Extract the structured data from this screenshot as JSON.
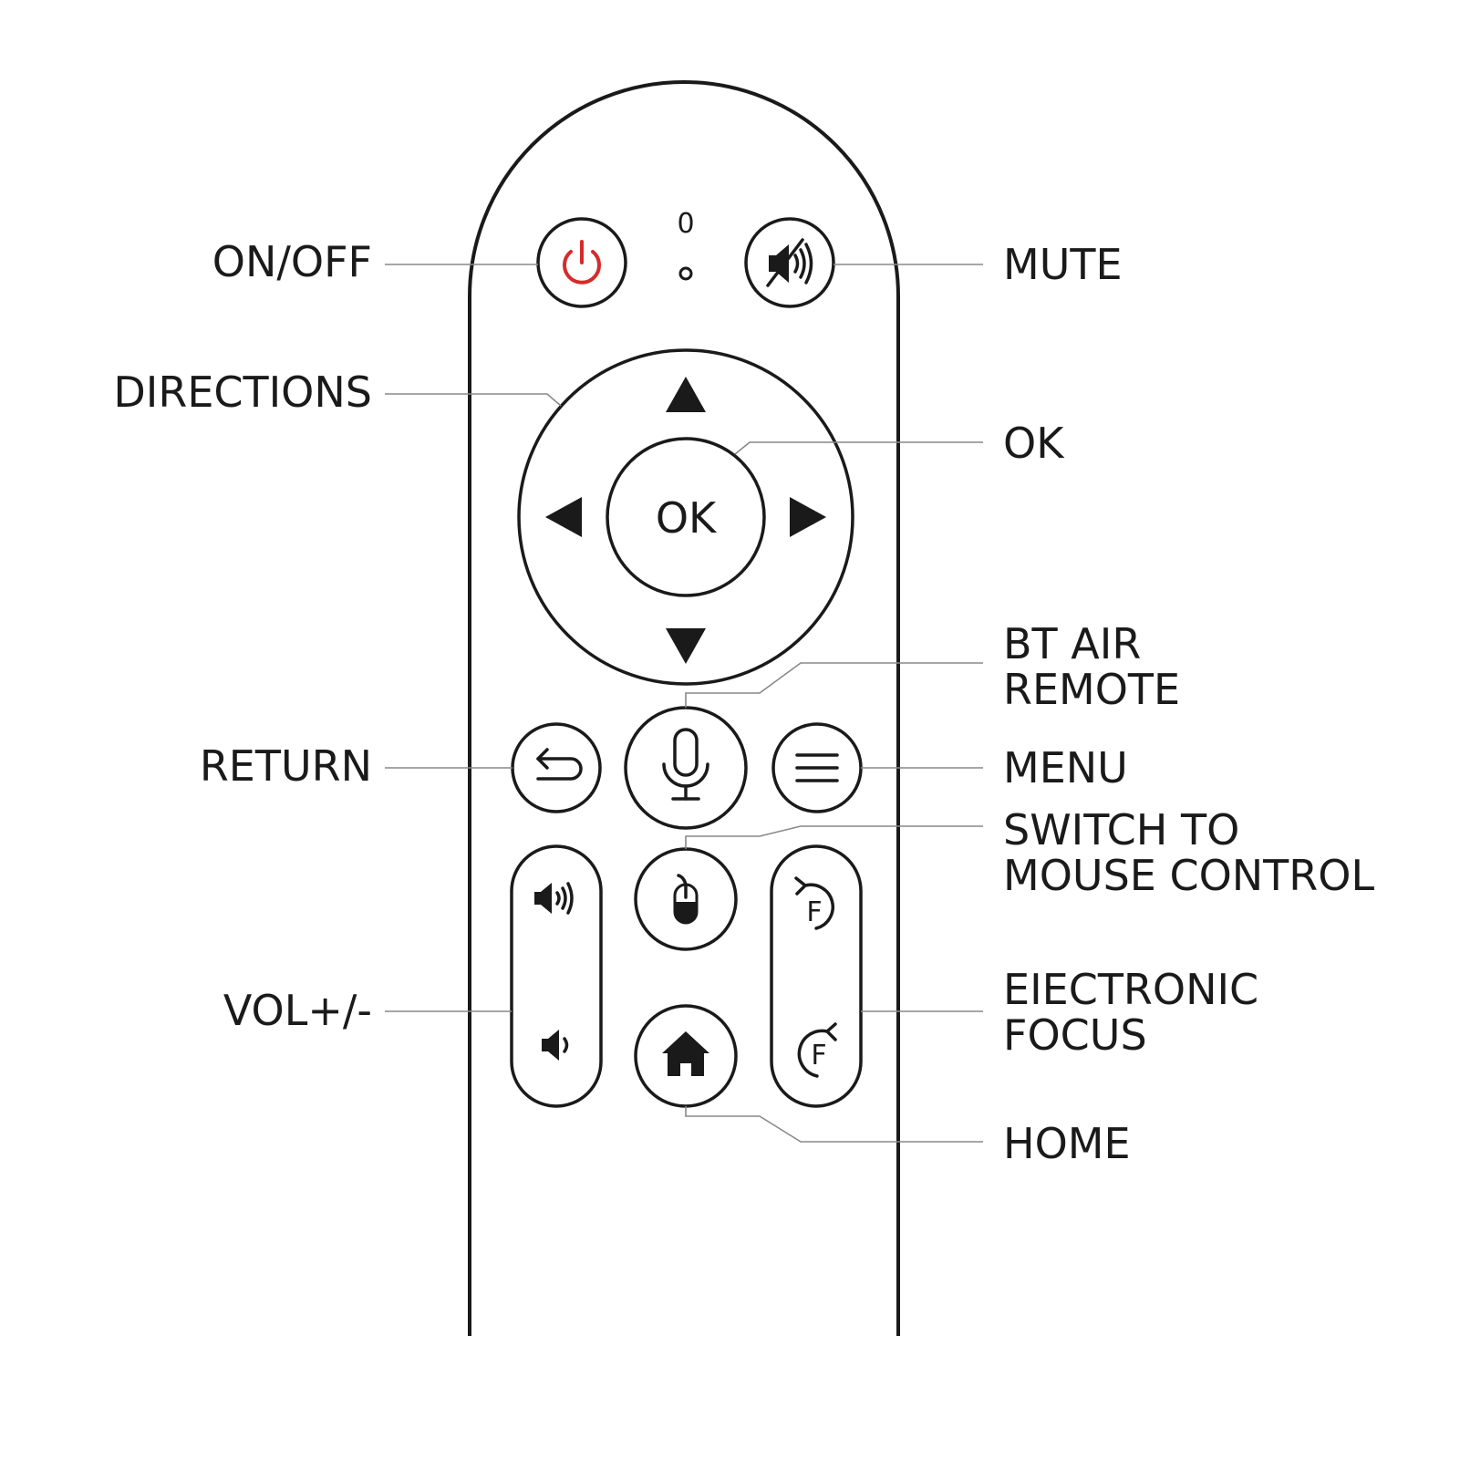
{
  "labels": {
    "on_off": "ON/OFF",
    "directions": "DIRECTIONS",
    "return": "RETURN",
    "vol": "VOL+/-",
    "mute": "MUTE",
    "ok": "OK",
    "bt_air_remote": [
      "BT AIR",
      "REMOTE"
    ],
    "menu": "MENU",
    "switch_mouse": [
      "SWITCH TO",
      "MOUSE CONTROL"
    ],
    "electronic_focus": [
      "EIECTRONIC",
      "FOCUS"
    ],
    "home": "HOME"
  },
  "remote": {
    "ok_button_text": "OK",
    "indicator_text": "0",
    "focus_letter": "F"
  },
  "colors": {
    "power": "#d62b2b",
    "outline": "#1a1a1a",
    "leader": "#888888"
  },
  "icons": [
    "power-icon",
    "mute-icon",
    "arrow-up-icon",
    "arrow-down-icon",
    "arrow-left-icon",
    "arrow-right-icon",
    "return-icon",
    "microphone-icon",
    "menu-icon",
    "volume-up-icon",
    "volume-down-icon",
    "mouse-icon",
    "home-icon",
    "focus-minus-icon",
    "focus-plus-icon"
  ]
}
